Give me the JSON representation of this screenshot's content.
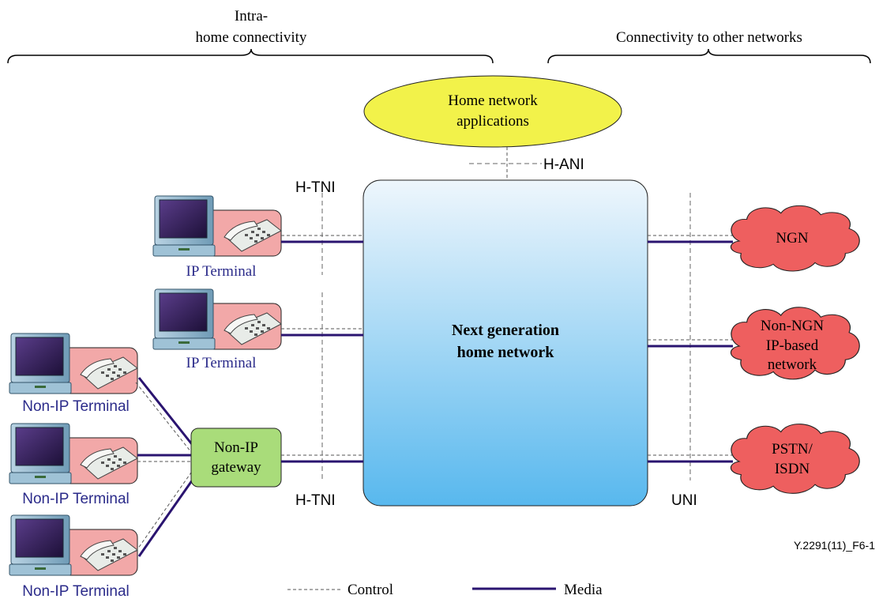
{
  "scope_left": {
    "line1": "Intra-",
    "line2": "home connectivity"
  },
  "scope_right": "Connectivity to other networks",
  "apps": {
    "line1": "Home network",
    "line2": "applications"
  },
  "h_ani": "H-ANI",
  "h_tni_top": "H-TNI",
  "h_tni_bottom": "H-TNI",
  "uni": "UNI",
  "core": {
    "line1": "Next generation",
    "line2": "home network"
  },
  "ip_terminal_1": "IP Terminal",
  "ip_terminal_2": "IP Terminal",
  "non_ip_terminal_1": "Non-IP Terminal",
  "non_ip_terminal_2": "Non-IP Terminal",
  "non_ip_terminal_3": "Non-IP Terminal",
  "gateway": {
    "line1": "Non-IP",
    "line2": "gateway"
  },
  "clouds": {
    "ngn": "NGN",
    "non_ngn": {
      "line1": "Non-NGN",
      "line2": "IP-based",
      "line3": "network"
    },
    "pstn": {
      "line1": "PSTN/",
      "line2": "ISDN"
    }
  },
  "legend": {
    "control": "Control",
    "media": "Media"
  },
  "figure_id": "Y.2291(11)_F6-1",
  "colors": {
    "apps_fill": "#f2f24a",
    "cloud_fill": "#ee5f5f",
    "terminal_bg": "#f2a8a8",
    "gateway_fill": "#a9dc7a",
    "core_top": "#eef6fc",
    "core_bottom": "#58b8ee",
    "media": "#2a1470",
    "terminal_text": "#2b2b8a"
  }
}
